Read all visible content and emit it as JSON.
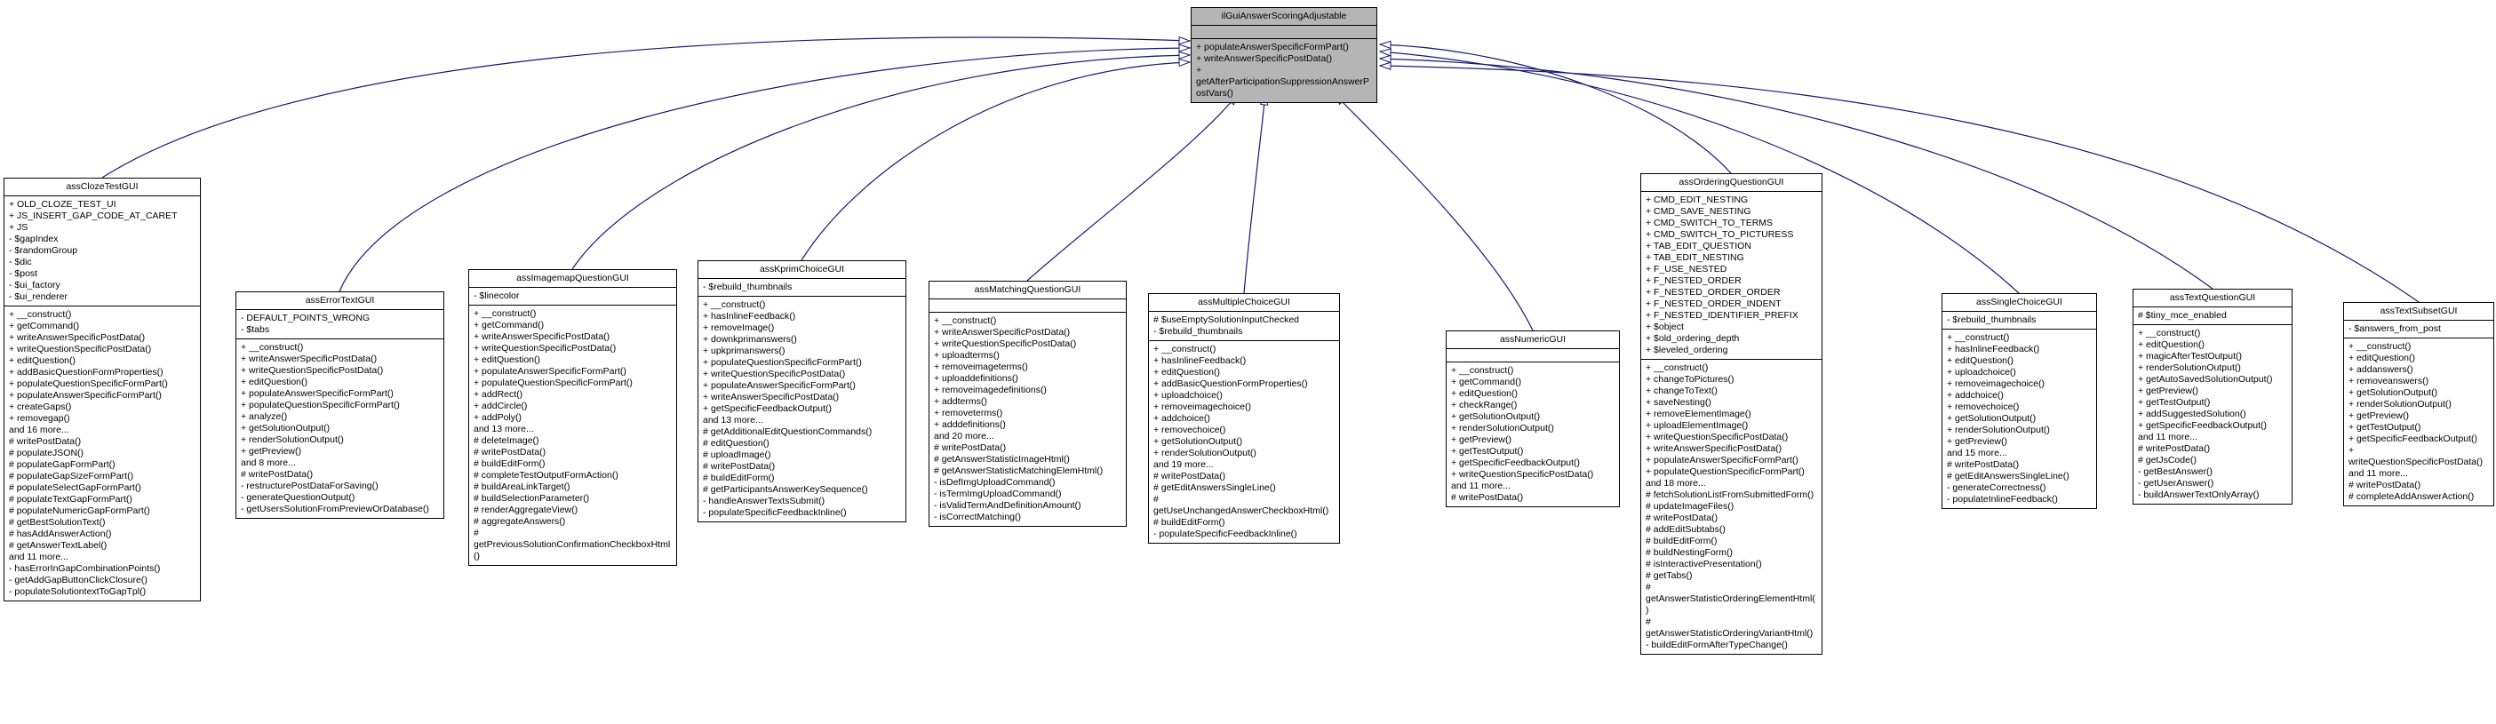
{
  "diagram": {
    "colors": {
      "edge_color": "#191970",
      "base_node_fill": "#b5b5b5",
      "node_fill": "#ffffff",
      "node_border": "#000000"
    },
    "base_class": {
      "name": "ilGuiAnswerScoringAdjustable",
      "attributes": [],
      "methods": [
        "+ populateAnswerSpecificFormPart()",
        "+ writeAnswerSpecificPostData()",
        "+ getAfterParticipationSuppressionAnswerPostVars()"
      ]
    },
    "derived_classes": [
      {
        "name": "assClozeTestGUI",
        "attributes": [
          "+ OLD_CLOZE_TEST_UI",
          "+ JS_INSERT_GAP_CODE_AT_CARET",
          "+ JS",
          "- $gapIndex",
          "- $randomGroup",
          "- $dic",
          "- $post",
          "- $ui_factory",
          "- $ui_renderer"
        ],
        "methods": [
          "+ __construct()",
          "+ getCommand()",
          "+ writeAnswerSpecificPostData()",
          "+ writeQuestionSpecificPostData()",
          "+ editQuestion()",
          "+ addBasicQuestionFormProperties()",
          "+ populateQuestionSpecificFormPart()",
          "+ populateAnswerSpecificFormPart()",
          "+ createGaps()",
          "+ removegap()",
          "and 16 more...",
          "# writePostData()",
          "# populateJSON()",
          "# populateGapFormPart()",
          "# populateGapSizeFormPart()",
          "# populateSelectGapFormPart()",
          "# populateTextGapFormPart()",
          "# populateNumericGapFormPart()",
          "# getBestSolutionText()",
          "# hasAddAnswerAction()",
          "# getAnswerTextLabel()",
          "and 11 more...",
          "- hasErrorInGapCombinationPoints()",
          "- getAddGapButtonClickClosure()",
          "- populateSolutiontextToGapTpl()"
        ]
      },
      {
        "name": "assErrorTextGUI",
        "attributes": [
          "- DEFAULT_POINTS_WRONG",
          "- $tabs"
        ],
        "methods": [
          "+ __construct()",
          "+ writeAnswerSpecificPostData()",
          "+ writeQuestionSpecificPostData()",
          "+ editQuestion()",
          "+ populateAnswerSpecificFormPart()",
          "+ populateQuestionSpecificFormPart()",
          "+ analyze()",
          "+ getSolutionOutput()",
          "+ renderSolutionOutput()",
          "+ getPreview()",
          "and 8 more...",
          "# writePostData()",
          "- restructurePostDataForSaving()",
          "- generateQuestionOutput()",
          "- getUsersSolutionFromPreviewOrDatabase()"
        ]
      },
      {
        "name": "assImagemapQuestionGUI",
        "attributes": [
          "- $linecolor"
        ],
        "methods": [
          "+ __construct()",
          "+ getCommand()",
          "+ writeAnswerSpecificPostData()",
          "+ writeQuestionSpecificPostData()",
          "+ editQuestion()",
          "+ populateAnswerSpecificFormPart()",
          "+ populateQuestionSpecificFormPart()",
          "+ addRect()",
          "+ addCircle()",
          "+ addPoly()",
          "and 13 more...",
          "# deleteImage()",
          "# writePostData()",
          "# buildEditForm()",
          "# completeTestOutputFormAction()",
          "# buildAreaLinkTarget()",
          "# buildSelectionParameter()",
          "# renderAggregateView()",
          "# aggregateAnswers()",
          "# getPreviousSolutionConfirmationCheckboxHtml()"
        ]
      },
      {
        "name": "assKprimChoiceGUI",
        "attributes": [
          "- $rebuild_thumbnails"
        ],
        "methods": [
          "+ __construct()",
          "+ hasInlineFeedback()",
          "+ removeImage()",
          "+ downkprimanswers()",
          "+ upkprimanswers()",
          "+ populateQuestionSpecificFormPart()",
          "+ writeQuestionSpecificPostData()",
          "+ populateAnswerSpecificFormPart()",
          "+ writeAnswerSpecificPostData()",
          "+ getSpecificFeedbackOutput()",
          "and 13 more...",
          "# getAdditionalEditQuestionCommands()",
          "# editQuestion()",
          "# uploadImage()",
          "# writePostData()",
          "# buildEditForm()",
          "# getParticipantsAnswerKeySequence()",
          "- handleAnswerTextsSubmit()",
          "- populateSpecificFeedbackInline()"
        ]
      },
      {
        "name": "assMatchingQuestionGUI",
        "attributes": [],
        "methods": [
          "+ __construct()",
          "+ writeAnswerSpecificPostData()",
          "+ writeQuestionSpecificPostData()",
          "+ uploadterms()",
          "+ removeimageterms()",
          "+ uploaddefinitions()",
          "+ removeimagedefinitions()",
          "+ addterms()",
          "+ removeterms()",
          "+ adddefinitions()",
          "and 20 more...",
          "# writePostData()",
          "# getAnswerStatisticImageHtml()",
          "# getAnswerStatisticMatchingElemHtml()",
          "- isDefImgUploadCommand()",
          "- isTermImgUploadCommand()",
          "- isValidTermAndDefinitionAmount()",
          "- isCorrectMatching()"
        ]
      },
      {
        "name": "assMultipleChoiceGUI",
        "attributes": [
          "# $useEmptySolutionInputChecked",
          "- $rebuild_thumbnails"
        ],
        "methods": [
          "+ __construct()",
          "+ hasInlineFeedback()",
          "+ editQuestion()",
          "+ addBasicQuestionFormProperties()",
          "+ uploadchoice()",
          "+ removeimagechoice()",
          "+ addchoice()",
          "+ removechoice()",
          "+ getSolutionOutput()",
          "+ renderSolutionOutput()",
          "and 19 more...",
          "# writePostData()",
          "# getEditAnswersSingleLine()",
          "# getUseUnchangedAnswerCheckboxHtml()",
          "# buildEditForm()",
          "- populateSpecificFeedbackInline()"
        ]
      },
      {
        "name": "assNumericGUI",
        "attributes": [],
        "methods": [
          "+ __construct()",
          "+ getCommand()",
          "+ editQuestion()",
          "+ checkRange()",
          "+ getSolutionOutput()",
          "+ renderSolutionOutput()",
          "+ getPreview()",
          "+ getTestOutput()",
          "+ getSpecificFeedbackOutput()",
          "+ writeQuestionSpecificPostData()",
          "and 11 more...",
          "# writePostData()"
        ]
      },
      {
        "name": "assOrderingQuestionGUI",
        "attributes": [
          "+ CMD_EDIT_NESTING",
          "+ CMD_SAVE_NESTING",
          "+ CMD_SWITCH_TO_TERMS",
          "+ CMD_SWITCH_TO_PICTURESS",
          "+ TAB_EDIT_QUESTION",
          "+ TAB_EDIT_NESTING",
          "+ F_USE_NESTED",
          "+ F_NESTED_ORDER",
          "+ F_NESTED_ORDER_ORDER",
          "+ F_NESTED_ORDER_INDENT",
          "+ F_NESTED_IDENTIFIER_PREFIX",
          "+ $object",
          "+ $old_ordering_depth",
          "+ $leveled_ordering"
        ],
        "methods": [
          "+ __construct()",
          "+ changeToPictures()",
          "+ changeToText()",
          "+ saveNesting()",
          "+ removeElementImage()",
          "+ uploadElementImage()",
          "+ writeQuestionSpecificPostData()",
          "+ writeAnswerSpecificPostData()",
          "+ populateAnswerSpecificFormPart()",
          "+ populateQuestionSpecificFormPart()",
          "and 18 more...",
          "# fetchSolutionListFromSubmittedForm()",
          "# updateImageFiles()",
          "# writePostData()",
          "# addEditSubtabs()",
          "# buildEditForm()",
          "# buildNestingForm()",
          "# isInteractivePresentation()",
          "# getTabs()",
          "# getAnswerStatisticOrderingElementHtml()",
          "# getAnswerStatisticOrderingVariantHtml()",
          "- buildEditFormAfterTypeChange()"
        ]
      },
      {
        "name": "assSingleChoiceGUI",
        "attributes": [
          "- $rebuild_thumbnails"
        ],
        "methods": [
          "+ __construct()",
          "+ hasInlineFeedback()",
          "+ editQuestion()",
          "+ uploadchoice()",
          "+ removeimagechoice()",
          "+ addchoice()",
          "+ removechoice()",
          "+ getSolutionOutput()",
          "+ renderSolutionOutput()",
          "+ getPreview()",
          "and 15 more...",
          "# writePostData()",
          "# getEditAnswersSingleLine()",
          "- generateCorrectness()",
          "- populateInlineFeedback()"
        ]
      },
      {
        "name": "assTextQuestionGUI",
        "attributes": [
          "# $tiny_mce_enabled"
        ],
        "methods": [
          "+ __construct()",
          "+ editQuestion()",
          "+ magicAfterTestOutput()",
          "+ renderSolutionOutput()",
          "+ getAutoSavedSolutionOutput()",
          "+ getPreview()",
          "+ getTestOutput()",
          "+ addSuggestedSolution()",
          "+ getSpecificFeedbackOutput()",
          "and 11 more...",
          "# writePostData()",
          "# getJsCode()",
          "- getBestAnswer()",
          "- getUserAnswer()",
          "- buildAnswerTextOnlyArray()"
        ]
      },
      {
        "name": "assTextSubsetGUI",
        "attributes": [
          "- $answers_from_post"
        ],
        "methods": [
          "+ __construct()",
          "+ editQuestion()",
          "+ addanswers()",
          "+ removeanswers()",
          "+ getSolutionOutput()",
          "+ renderSolutionOutput()",
          "+ getPreview()",
          "+ getTestOutput()",
          "+ getSpecificFeedbackOutput()",
          "+ writeQuestionSpecificPostData()",
          "and 11 more...",
          "# writePostData()",
          "# completeAddAnswerAction()"
        ]
      }
    ]
  }
}
